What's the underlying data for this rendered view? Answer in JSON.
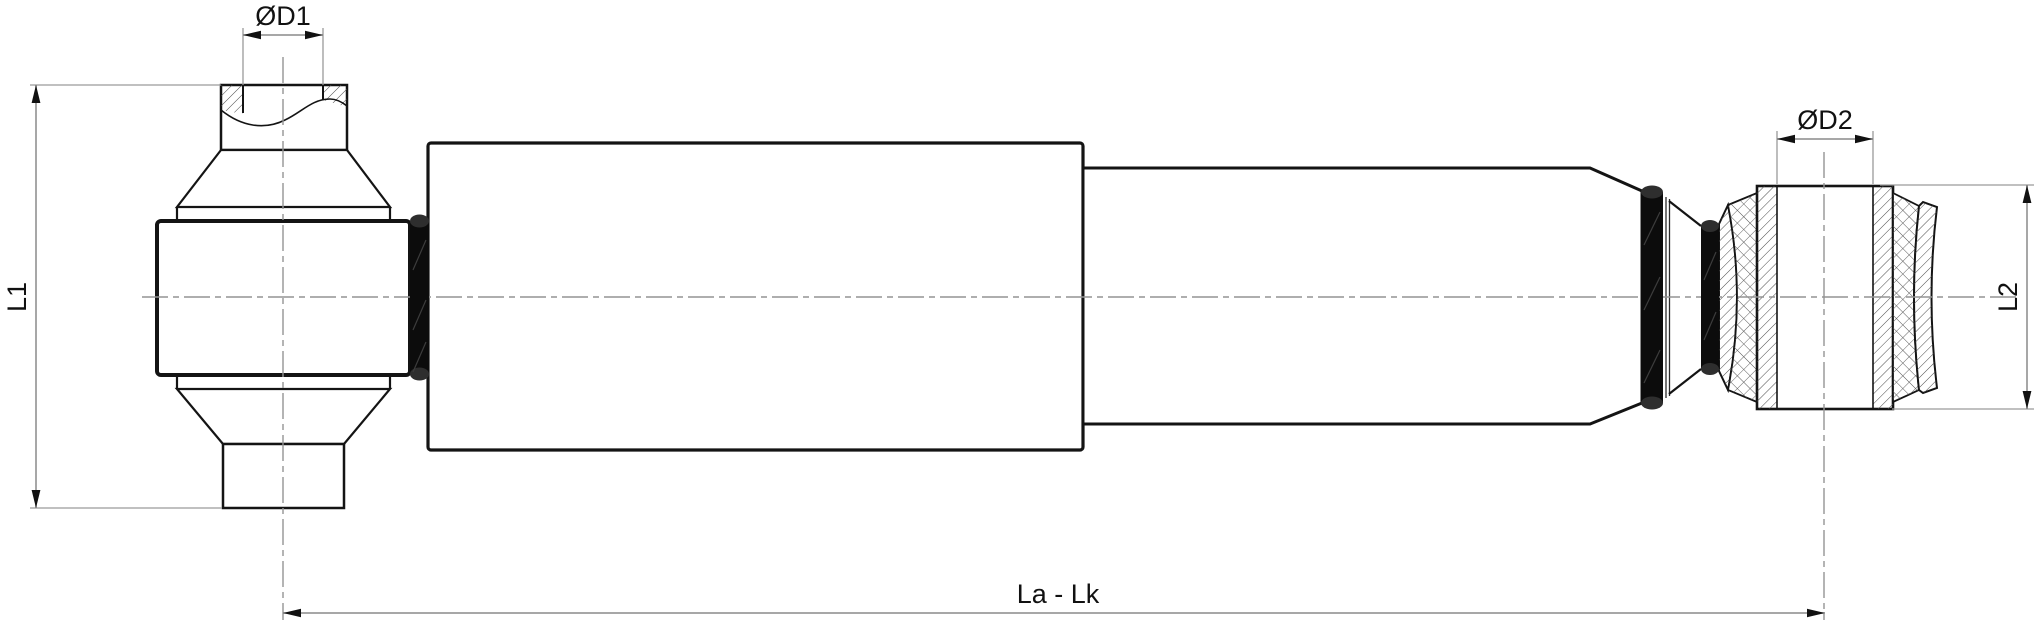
{
  "drawing": {
    "kind": "shock-absorber-section-drawing",
    "dimension_labels": {
      "d1": "ØD1",
      "d2": "ØD2",
      "l1": "L1",
      "l2": "L2",
      "la_lk": "La - Lk"
    },
    "colors": {
      "background": "#ffffff",
      "outline": "#141414",
      "dimension_line": "#8a8a8a",
      "centerline": "#949494",
      "label_text": "#111111",
      "seal_ring_fill": "#0c0c0c",
      "seal_ring_cap": "#2e2e2e"
    }
  }
}
